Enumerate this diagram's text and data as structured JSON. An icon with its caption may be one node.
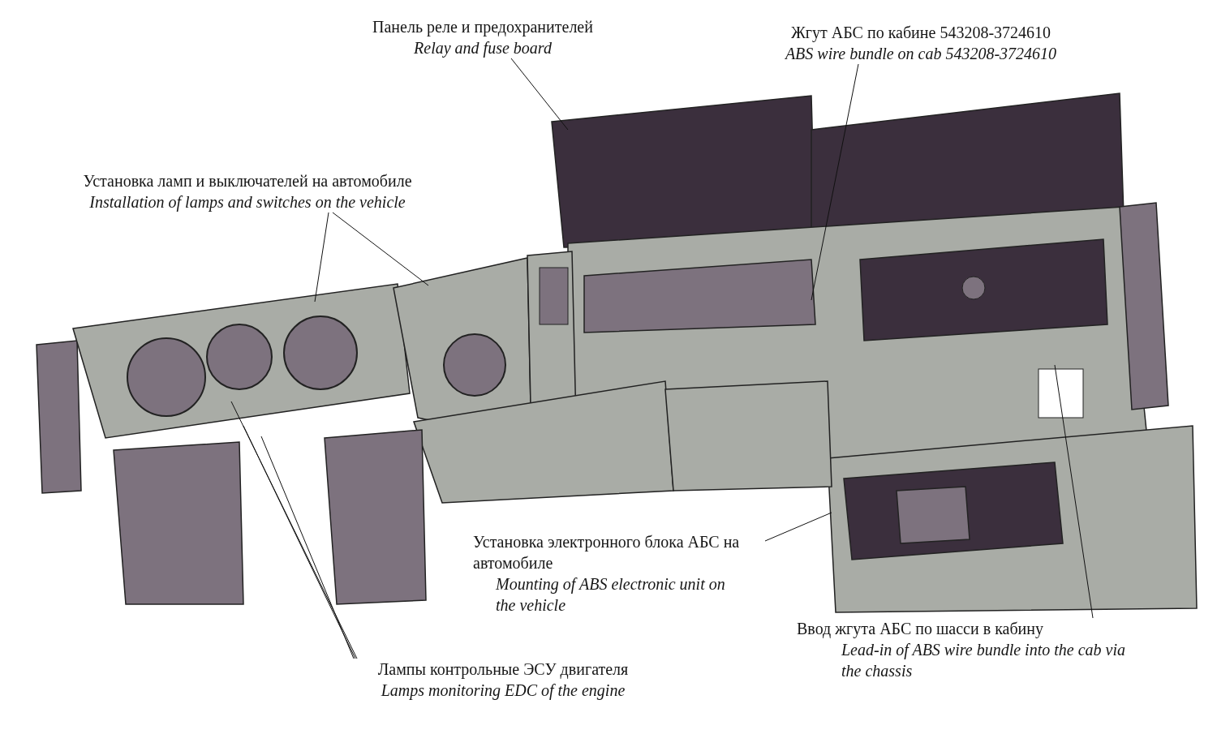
{
  "diagram": {
    "nodes": [
      {
        "text": [
          "Панель реле и предохранителей",
          "Relay and fuse board"
        ]
      },
      {
        "text": [
          "Жгут АБС по кабине 543208-3724610",
          "ABS wire bundle on cab 543208-3724610"
        ]
      },
      {
        "text": [
          "Установка ламп и выключателей на автомобиле",
          "Installation of lamps and switches on the vehicle"
        ]
      },
      {
        "text": [
          "Установка электронного блока АБС на автомобиле",
          "Mounting of  ABS electronic unit on the vehicle"
        ]
      },
      {
        "text": [
          "Ввод жгута АБС по шасси в кабину",
          "Lead-in of ABS wire bundle into the cab via the chassis"
        ]
      },
      {
        "text": [
          "Лампы контрольные ЭСУ двигателя",
          "Lamps monitoring EDC of the engine"
        ]
      }
    ],
    "edges": [
      {
        "from": 0,
        "to": null,
        "arrow": "none"
      },
      {
        "from": 1,
        "to": null,
        "arrow": "none"
      },
      {
        "from": 2,
        "to": null,
        "arrow": "none"
      },
      {
        "from": 2,
        "to": null,
        "arrow": "none"
      },
      {
        "from": 3,
        "to": null,
        "arrow": "none"
      },
      {
        "from": 4,
        "to": null,
        "arrow": "none"
      },
      {
        "from": 5,
        "to": null,
        "arrow": "none"
      },
      {
        "from": 5,
        "to": null,
        "arrow": "none"
      },
      {
        "from": 5,
        "to": null,
        "arrow": "none"
      }
    ]
  }
}
